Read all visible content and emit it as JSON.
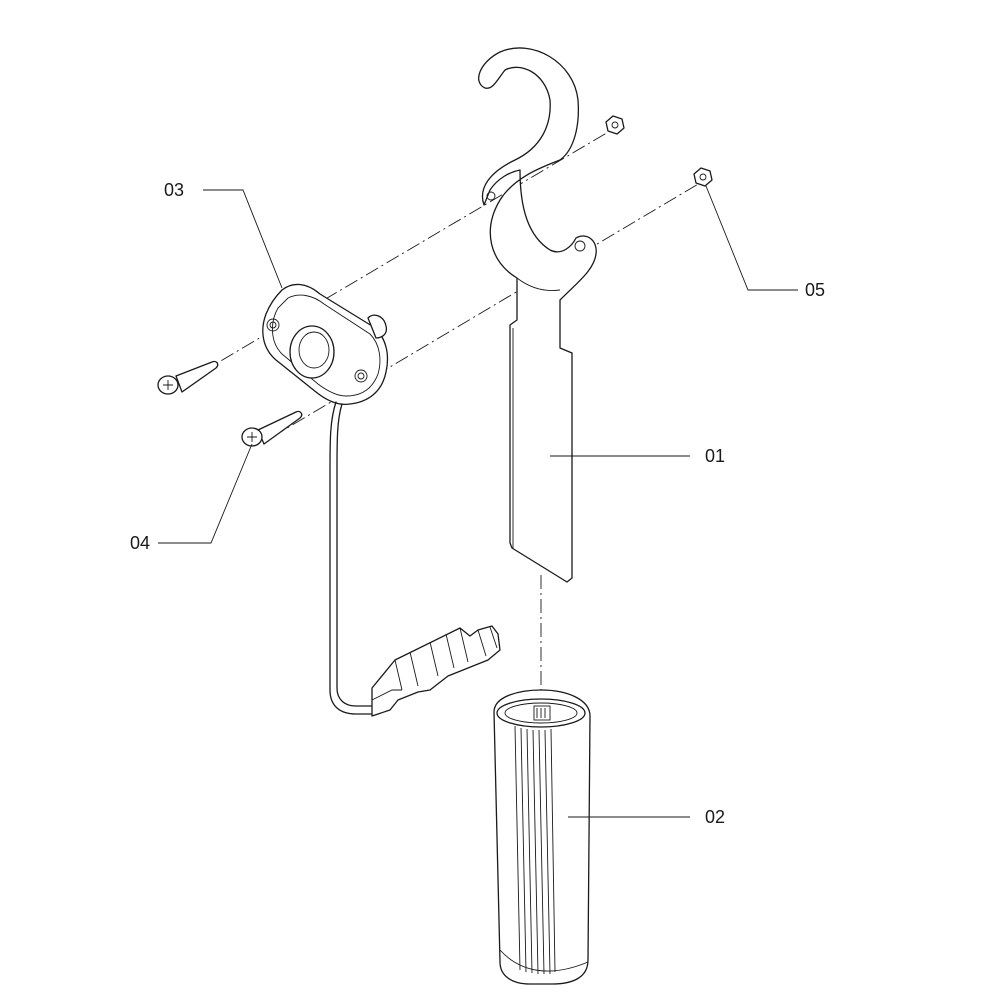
{
  "callouts": {
    "c01": "01",
    "c02": "02",
    "c03": "03",
    "c04": "04",
    "c05": "05"
  },
  "colors": {
    "line": "#1a1a1a",
    "background": "#ffffff"
  }
}
